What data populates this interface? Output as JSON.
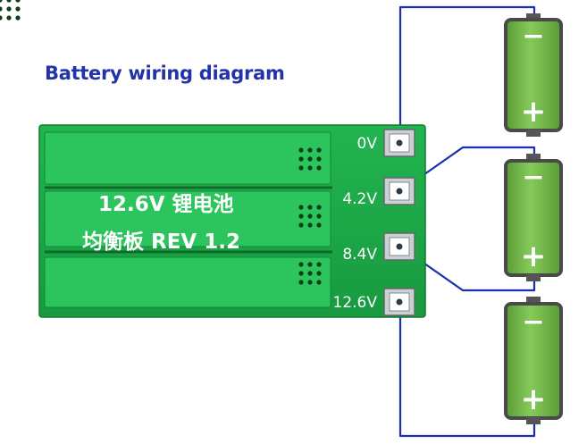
{
  "title": "Battery wiring diagram",
  "board": {
    "line1": "12.6V 锂电池",
    "line2": "均衡板 REV 1.2",
    "pads": [
      {
        "label": "0V"
      },
      {
        "label": "4.2V"
      },
      {
        "label": "8.4V"
      },
      {
        "label": "12.6V"
      }
    ]
  },
  "batteries": [
    {
      "minus": "−",
      "plus": "+"
    },
    {
      "minus": "−",
      "plus": "+"
    },
    {
      "minus": "−",
      "plus": "+"
    }
  ],
  "colors": {
    "board_green": "#1fae4a",
    "battery_green": "#7cc14a",
    "wire_blue": "#1a2fb0",
    "title_blue": "#2233aa"
  }
}
